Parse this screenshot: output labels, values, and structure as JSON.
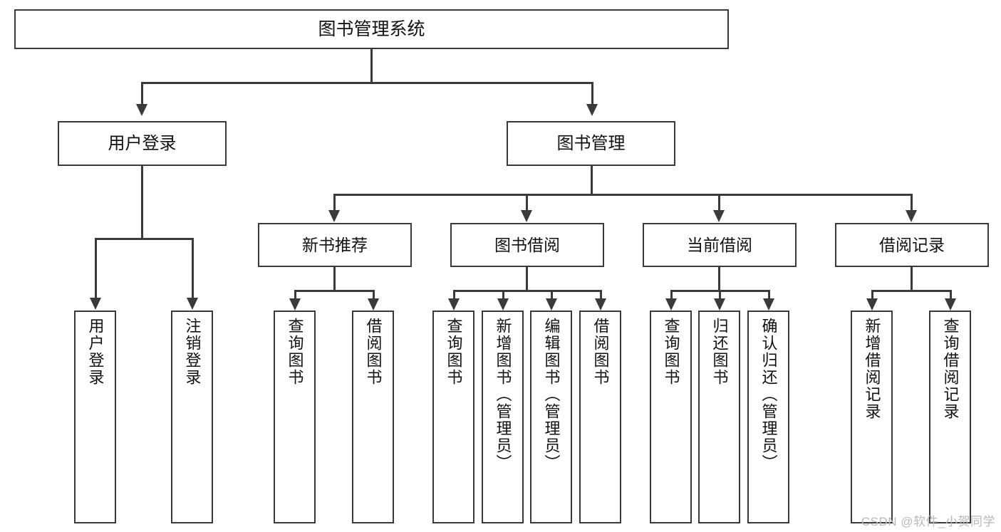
{
  "diagram": {
    "title": "图书管理系统",
    "type": "功能结构图",
    "colors": {
      "stroke": "#3a3a3a",
      "box_fill": "#ffffff",
      "text": "#111111",
      "watermark": "#b9b9b9",
      "background": "#ffffff"
    }
  },
  "root": {
    "label": "图书管理系统"
  },
  "level2": [
    {
      "label": "用户登录"
    },
    {
      "label": "图书管理"
    }
  ],
  "level3": [
    {
      "label": "新书推荐"
    },
    {
      "label": "图书借阅"
    },
    {
      "label": "当前借阅"
    },
    {
      "label": "借阅记录"
    }
  ],
  "leaves": {
    "user_login": [
      {
        "label": "用户登录"
      },
      {
        "label": "注销登录"
      }
    ],
    "new_book": [
      {
        "label": "查询图书"
      },
      {
        "label": "借阅图书"
      }
    ],
    "book_borrow": [
      {
        "label": "查询图书"
      },
      {
        "label": "新增图书（管理员）"
      },
      {
        "label": "编辑图书（管理员）"
      },
      {
        "label": "借阅图书"
      }
    ],
    "current_borrow": [
      {
        "label": "查询图书"
      },
      {
        "label": "归还图书"
      },
      {
        "label": "确认归还（管理员）"
      }
    ],
    "borrow_record": [
      {
        "label": "新增借阅记录"
      },
      {
        "label": "查询借阅记录"
      }
    ]
  },
  "watermark": {
    "text": "CSDN @软件_小贺同学"
  }
}
